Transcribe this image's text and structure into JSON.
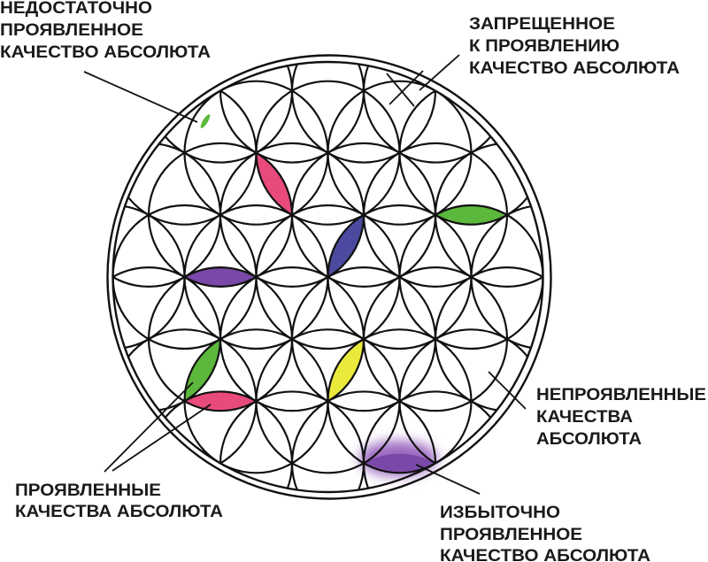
{
  "labels": {
    "insufficient": [
      "НЕДОСТАТОЧНО",
      "ПРОЯВЛЕННОЕ",
      "КАЧЕСТВО АБСОЛЮТА"
    ],
    "forbidden": [
      "ЗАПРЕЩЕННОЕ",
      "К ПРОЯВЛЕНИЮ",
      "КАЧЕСТВО АБСОЛЮТА"
    ],
    "unmanifested": [
      "НЕПРОЯВЛЕННЫЕ",
      "КАЧЕСТВА",
      "АБСОЛЮТА"
    ],
    "manifested": [
      "ПРОЯВЛЕННЫЕ",
      "КАЧЕСТВА АБСОЛЮТА"
    ],
    "excessive": [
      "ИЗБЫТОЧНО",
      "ПРОЯВЛЕННОЕ",
      "КАЧЕСТВО АБСОЛЮТА"
    ]
  },
  "colors": {
    "line": "#111111",
    "pink": "#e84a7c",
    "green": "#5cb83c",
    "blue": "#4b4a9e",
    "purple": "#7a48a8",
    "yellow": "#eaea3c",
    "glow": "#8a4fb5"
  },
  "petals": [
    {
      "name": "pink-petal-upper",
      "color": "pink"
    },
    {
      "name": "green-petal-right",
      "color": "green"
    },
    {
      "name": "blue-petal-center",
      "color": "blue"
    },
    {
      "name": "purple-petal-left",
      "color": "purple"
    },
    {
      "name": "green-petal-lower-left",
      "color": "green"
    },
    {
      "name": "pink-petal-lower-left",
      "color": "pink"
    },
    {
      "name": "yellow-petal-lower",
      "color": "yellow"
    },
    {
      "name": "purple-petal-excessive",
      "color": "purple"
    }
  ]
}
